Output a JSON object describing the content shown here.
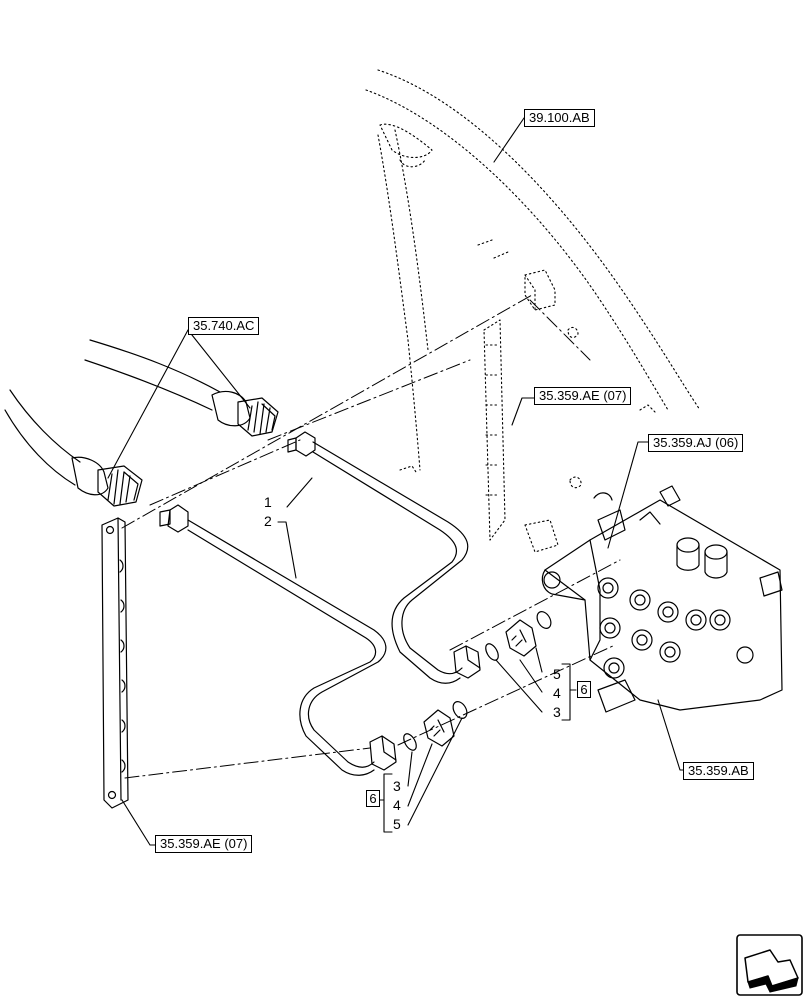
{
  "refs": {
    "r39100": "39.100.AB",
    "r35740": "35.740.AC",
    "r35359ae_right": "35.359.AE (07)",
    "r35359aj": "35.359.AJ (06)",
    "r35359ab": "35.359.AB",
    "r35359ae_left": "35.359.AE (07)"
  },
  "parts": {
    "p1": "1",
    "p2": "2",
    "p3_right": "3",
    "p4_right": "4",
    "p5_right": "5",
    "kit_right": "6",
    "p3_left": "3",
    "p4_left": "4",
    "p5_left": "5",
    "kit_left": "6"
  },
  "icons": {
    "nav": "next-page-arrow-icon"
  }
}
